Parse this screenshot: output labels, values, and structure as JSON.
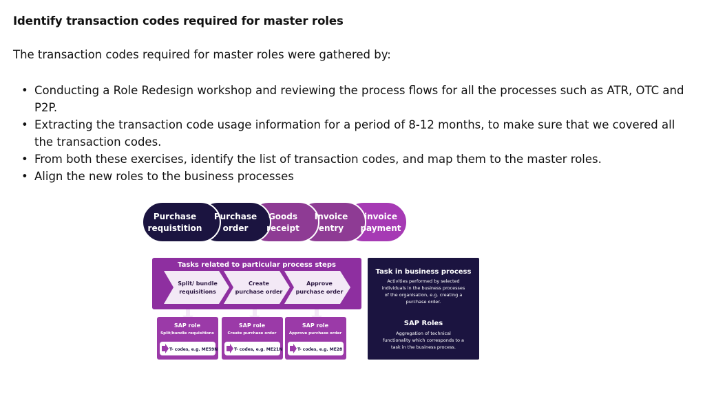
{
  "title": "Identify transaction codes required for master roles",
  "intro": "The transaction codes required for master roles were gathered by:",
  "bullets": [
    "Conducting a Role Redesign workshop and reviewing the process flows for all the processes such as ATR, OTC and P2P.",
    "Extracting the transaction code usage information for a period of 8-12 months, to make sure that we covered all the transaction codes.",
    "From both these exercises, identify the list of transaction codes, and map them to the master roles.",
    "Align the new roles to the business processes"
  ],
  "diagram": {
    "process_steps": [
      {
        "line1": "Purchase",
        "line2": "requistition",
        "color": "#1b1440"
      },
      {
        "line1": "Purchase",
        "line2": "order",
        "color": "#1b1440"
      },
      {
        "line1": "Goods",
        "line2": "receipt",
        "color": "#8e3b94"
      },
      {
        "line1": "Invoice",
        "line2": "entry",
        "color": "#8e3b94"
      },
      {
        "line1": "invoice",
        "line2": "payment",
        "color": "#a83db6"
      }
    ],
    "tasks_header": "Tasks related to particular process steps",
    "tasks": [
      {
        "line1": "Split/ bundle",
        "line2": "requisitions"
      },
      {
        "line1": "Create",
        "line2": "purchase order"
      },
      {
        "line1": "Approve",
        "line2": "purchase order"
      }
    ],
    "sap_roles": [
      {
        "title": "SAP role",
        "subtitle": "Split/bundle requisitions",
        "tcode": "T- codes, e.g. ME59N"
      },
      {
        "title": "SAP role",
        "subtitle": "Create purchase order",
        "tcode": "T- codes, e.g. ME21N"
      },
      {
        "title": "SAP role",
        "subtitle": "Approve purchase order",
        "tcode": "T- codes, e.g. ME28"
      }
    ],
    "legend": {
      "heading1": "Task in business process",
      "text1": [
        "Activities performed by selected",
        "individuals in the business processes",
        "of the organisation, e.g. creating a",
        "purchase order."
      ],
      "heading2": "SAP Roles",
      "text2": [
        "Aggregation of technical",
        "functionality which corresponds to a",
        "task in the business process."
      ]
    },
    "colors": {
      "navy": "#1b1440",
      "purple": "#8e2fa0",
      "light": "#f3e9f6",
      "role": "#9b3aa8"
    }
  }
}
